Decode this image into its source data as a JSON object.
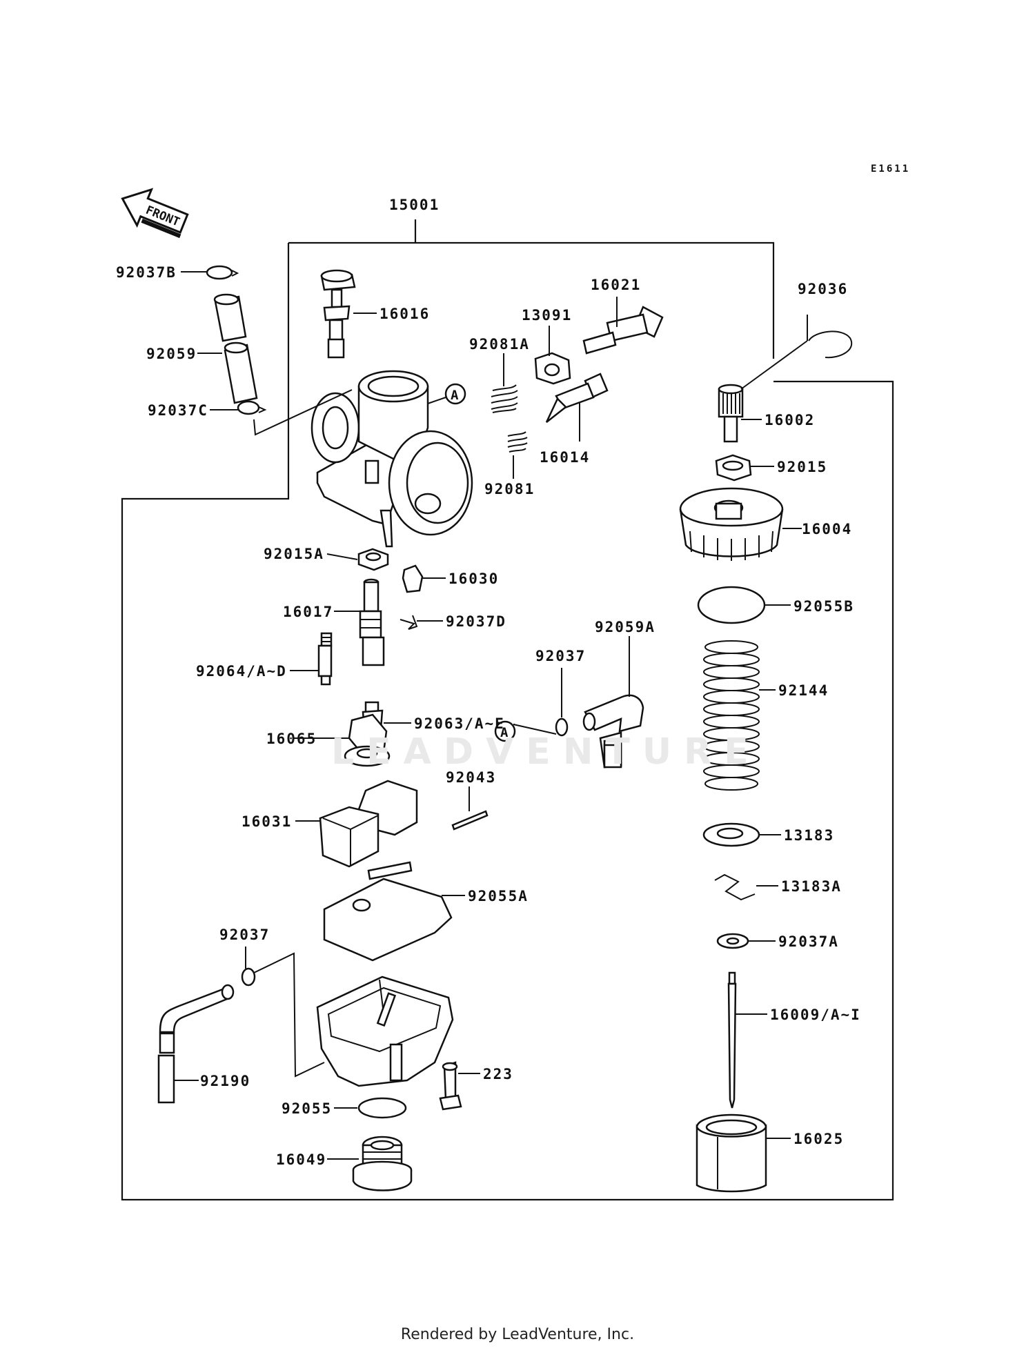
{
  "diagram_code": "E1611",
  "front_marker": "FRONT",
  "callout_letter": "A",
  "footer": "Rendered by LeadVenture, Inc.",
  "watermark": "LEADVENTURE",
  "parts": {
    "p15001": "15001",
    "p92037B": "92037B",
    "p92059": "92059",
    "p92037C": "92037C",
    "p16016": "16016",
    "p16021": "16021",
    "p13091": "13091",
    "p92081A": "92081A",
    "p92081": "92081",
    "p16014": "16014",
    "p92036": "92036",
    "p16002": "16002",
    "p92015": "92015",
    "p16004": "16004",
    "p92015A": "92015A",
    "p16030": "16030",
    "p16017": "16017",
    "p92037D": "92037D",
    "p92064": "92064/A~D",
    "p92063": "92063/A~E",
    "p92037_upper": "92037",
    "p92059A": "92059A",
    "p92055B": "92055B",
    "p92144": "92144",
    "p16065": "16065",
    "p92043": "92043",
    "p16031": "16031",
    "p13183": "13183",
    "p13183A": "13183A",
    "p92055A": "92055A",
    "p92037A": "92037A",
    "p92037_lower": "92037",
    "p16009": "16009/A~I",
    "p92190": "92190",
    "p223": "223",
    "p92055": "92055",
    "p16025": "16025",
    "p16049": "16049"
  }
}
